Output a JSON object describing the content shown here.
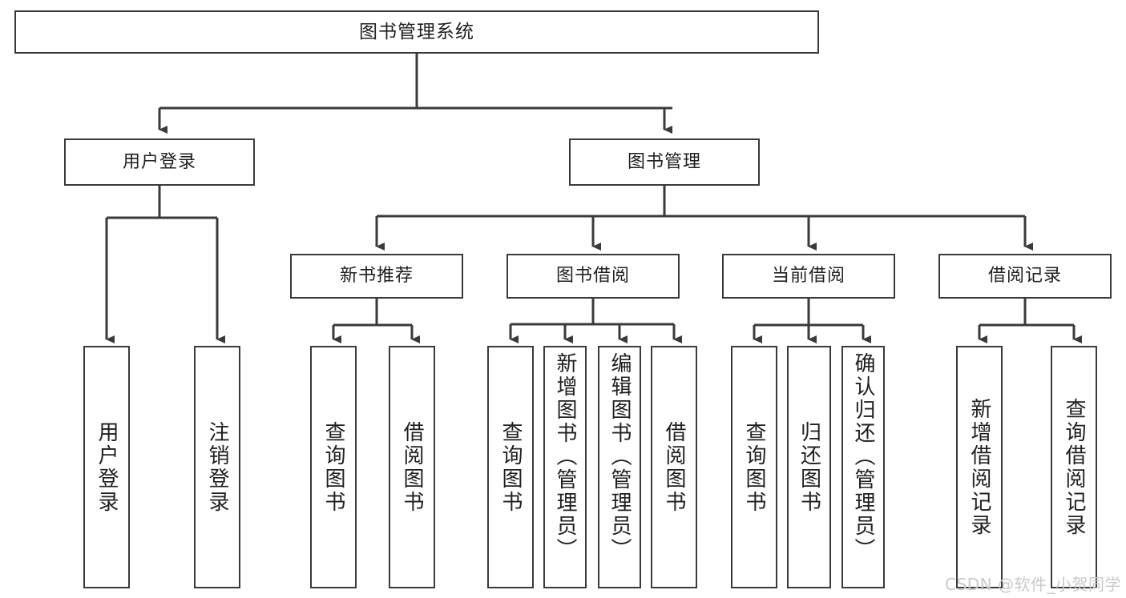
{
  "diagram": {
    "title": "图书管理系统",
    "watermark": "CSDN @软件_小贺同学",
    "stroke_color": "#3a3a3a",
    "box_fill": "#ffffff",
    "text_color": "#202020",
    "watermark_color": "#c9c9c9",
    "type": "tree-diagram",
    "levels": 4
  },
  "nodes": {
    "root": {
      "label": "图书管理系统"
    },
    "level2": [
      {
        "label": "用户登录"
      },
      {
        "label": "图书管理"
      }
    ],
    "level3": [
      {
        "label": "新书推荐"
      },
      {
        "label": "图书借阅"
      },
      {
        "label": "当前借阅"
      },
      {
        "label": "借阅记录"
      }
    ],
    "leaves": {
      "user_login": [
        {
          "label": "用户登录"
        },
        {
          "label": "注销登录"
        }
      ],
      "new_book_rec": [
        {
          "label": "查询图书"
        },
        {
          "label": "借阅图书"
        }
      ],
      "book_borrow": [
        {
          "label": "查询图书"
        },
        {
          "label": "新增图书（管理员）"
        },
        {
          "label": "编辑图书（管理员）"
        },
        {
          "label": "借阅图书"
        }
      ],
      "current_borrow": [
        {
          "label": "查询图书"
        },
        {
          "label": "归还图书"
        },
        {
          "label": "确认归还（管理员）"
        }
      ],
      "borrow_record": [
        {
          "label": "新增借阅记录"
        },
        {
          "label": "查询借阅记录"
        }
      ]
    }
  }
}
